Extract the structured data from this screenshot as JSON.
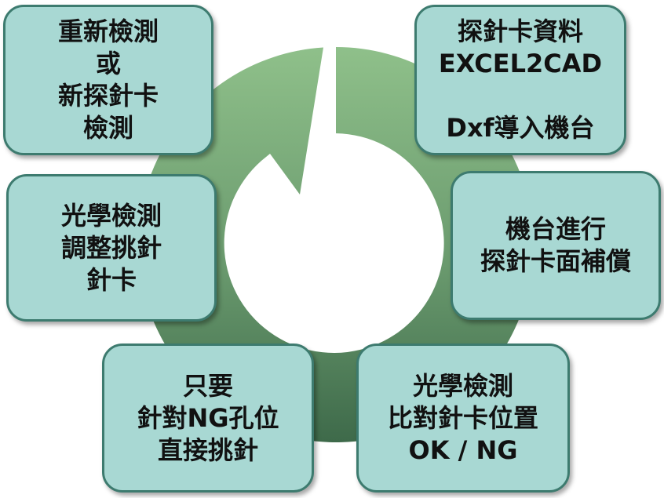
{
  "boxes": {
    "b1": [
      "重新檢測",
      "或",
      "新探針卡",
      "檢測"
    ],
    "b2": [
      "探針卡資料",
      "EXCEL2CAD",
      "",
      "Dxf導入機台"
    ],
    "b3": [
      "光學檢測",
      "調整挑針",
      "針卡"
    ],
    "b4": [
      "機台進行",
      "探針卡面補償"
    ],
    "b5": [
      "只要",
      "針對NG孔位",
      "直接挑針"
    ],
    "b6": [
      "光學檢測",
      "比對針卡位置",
      "OK / NG"
    ]
  },
  "colors": {
    "box_fill": "#a8d8d3",
    "box_border": "#3d7b6f",
    "cycle_light": "#8fc08a",
    "cycle_dark": "#3e6a4a"
  }
}
